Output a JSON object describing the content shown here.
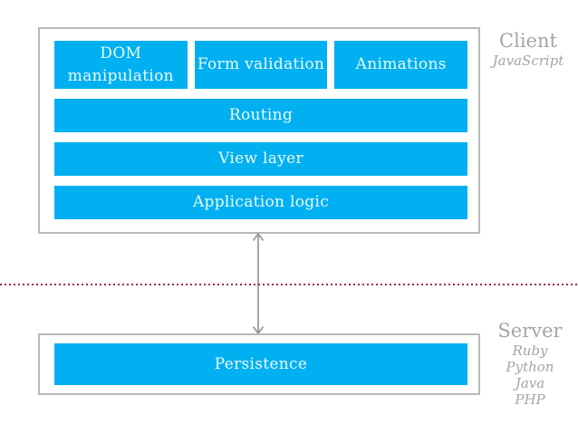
{
  "client": {
    "title": "Client",
    "subtitle": "JavaScript",
    "feature_boxes": [
      "DOM manipulation",
      "Form validation",
      "Animations"
    ],
    "layer_boxes": [
      "Routing",
      "View layer",
      "Application logic"
    ]
  },
  "server": {
    "title": "Server",
    "languages": [
      "Ruby",
      "Python",
      "Java",
      "PHP"
    ],
    "layer_boxes": [
      "Persistence"
    ]
  },
  "colors": {
    "box_fill": "#00b0f0",
    "box_text": "#ecfaff",
    "container_border": "#b9b9b9",
    "arrow": "#9a9a9a",
    "label_text": "#a5a5a5",
    "divider": "#a12d3f"
  }
}
